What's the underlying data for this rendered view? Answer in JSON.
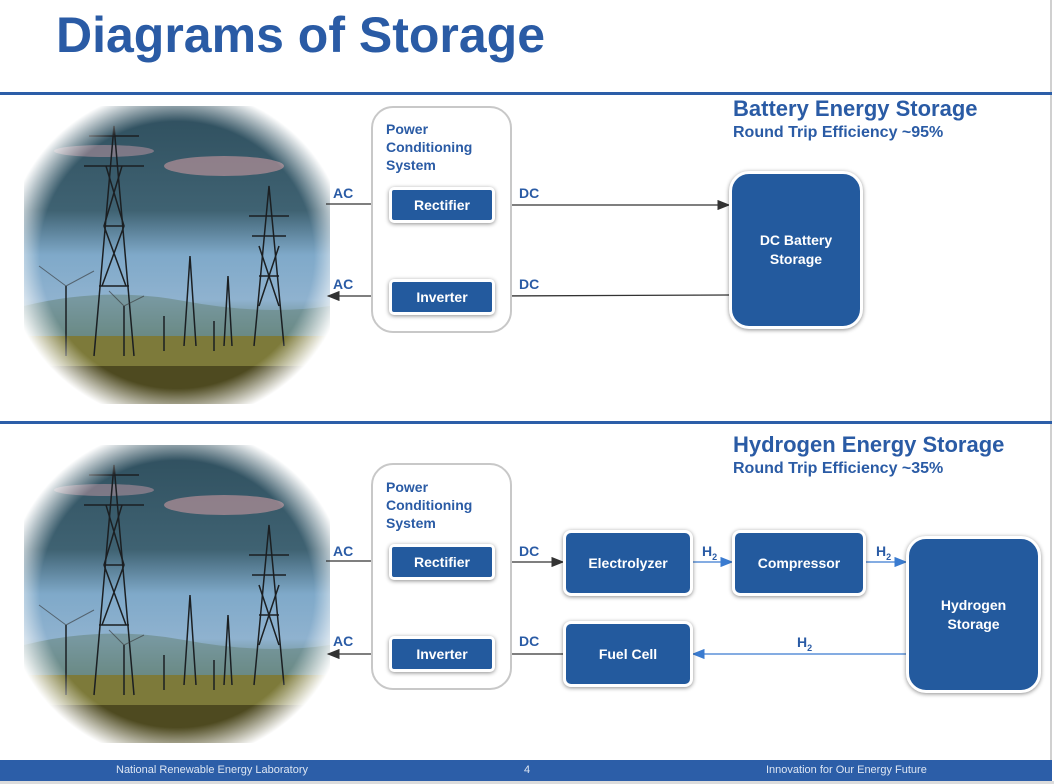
{
  "slide": {
    "title": "Diagrams of Storage"
  },
  "battery": {
    "title": "Battery Energy Storage",
    "efficiency": "Round Trip Efficiency ~95%",
    "pcs_label": [
      "Power",
      "Conditioning",
      "System"
    ],
    "rectifier": "Rectifier",
    "inverter": "Inverter",
    "storage": [
      "DC Battery",
      "Storage"
    ],
    "labels": {
      "ac_in": "AC",
      "ac_out": "AC",
      "dc_out": "DC",
      "dc_in": "DC"
    }
  },
  "hydrogen": {
    "title": "Hydrogen Energy Storage",
    "efficiency": "Round Trip Efficiency ~35%",
    "pcs_label": [
      "Power",
      "Conditioning",
      "System"
    ],
    "rectifier": "Rectifier",
    "inverter": "Inverter",
    "electrolyzer": "Electrolyzer",
    "compressor": "Compressor",
    "fuel_cell": "Fuel Cell",
    "storage": [
      "Hydrogen",
      "Storage"
    ],
    "labels": {
      "ac_in": "AC",
      "ac_out": "AC",
      "dc_out": "DC",
      "dc_in": "DC",
      "h2_base": "H",
      "h2_sub": "2"
    }
  },
  "footer": {
    "left": "National Renewable Energy Laboratory",
    "page": "4",
    "right": "Innovation for Our Energy Future"
  },
  "colors": {
    "brand_blue": "#2a5ba5",
    "box_fill": "#235a9e",
    "h2_arrow": "#3a7bd0",
    "dc_arrow": "#333333"
  }
}
